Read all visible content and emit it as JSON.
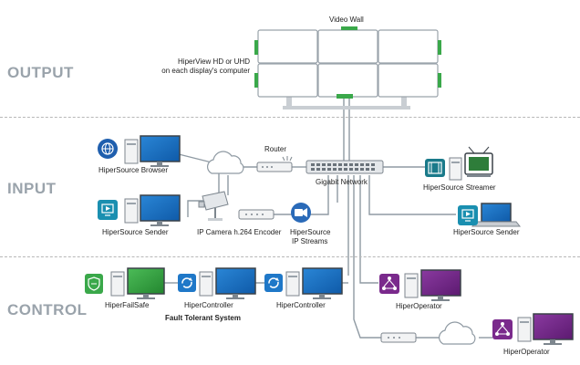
{
  "sections": {
    "output": "OUTPUT",
    "input": "INPUT",
    "control": "CONTROL"
  },
  "labels": {
    "video_wall": "Video Wall",
    "hiperview_line1": "HiperView HD or UHD",
    "hiperview_line2": "on each display's computer",
    "hipersource_browser": "HiperSource Browser",
    "router": "Router",
    "gigabit_network": "Gigabit Network",
    "hipersource_streamer": "HiperSource Streamer",
    "hipersource_sender_left": "HiperSource Sender",
    "ip_camera_encoder": "IP Camera h.264 Encoder",
    "hipersource_ip_streams_line1": "HiperSource",
    "hipersource_ip_streams_line2": "IP Streams",
    "hipersource_sender_right": "HiperSource Sender",
    "hiperfailsafe": "HiperFailSafe",
    "hipercontroller_1": "HiperController",
    "hipercontroller_2": "HiperController",
    "fault_tolerant_system": "Fault Tolerant System",
    "hiperoperator_1": "HiperOperator",
    "hiperoperator_2": "HiperOperator"
  },
  "icons": {
    "browser": "globe-icon",
    "sender": "screen-share-icon",
    "streamer": "film-icon",
    "ip_streams": "video-camera-icon",
    "failsafe": "shield-icon",
    "controller": "sync-icon",
    "operator": "network-nodes-icon"
  },
  "colors": {
    "browser_blue": "#1f5fae",
    "sender_teal": "#1a8fb0",
    "streamer_teal": "#1a7a8a",
    "camera_blue": "#2a6ab8",
    "failsafe_green": "#3aa84a",
    "controller_blue": "#1f78c8",
    "operator_purple": "#7a2a8c",
    "section_gray": "#9aa3ab",
    "line_gray": "#8f9aa3"
  }
}
